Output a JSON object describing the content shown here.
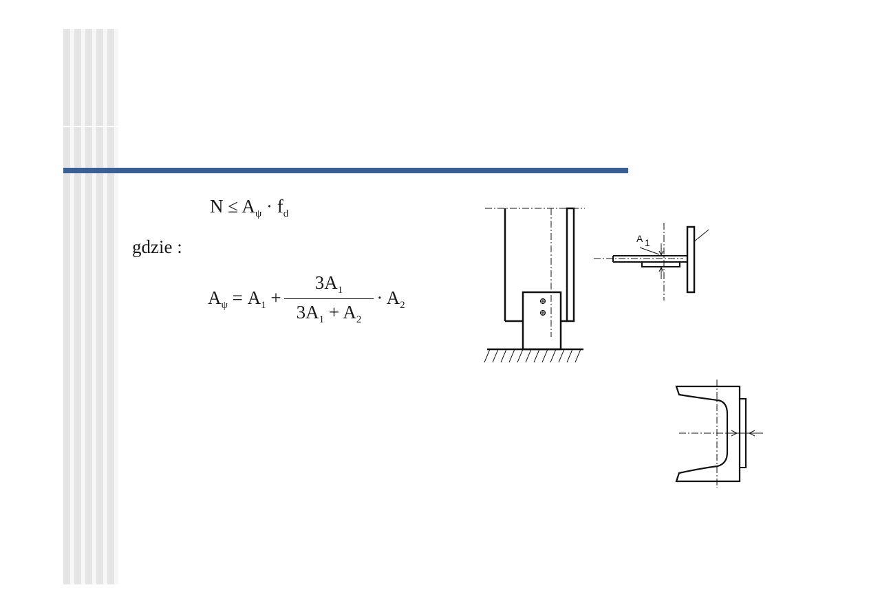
{
  "formula_main": {
    "lhs": "N ≤ A",
    "sub_psi": "ψ",
    "mid": " · f",
    "sub_d": "d"
  },
  "where_label": "gdzie :",
  "formula_apsi": {
    "a": "A",
    "sub_psi": "ψ",
    "eq": " = A",
    "sub1": "1",
    "plus": " +",
    "num_a": "3A",
    "num_sub": "1",
    "den_a": "3A",
    "den_sub1": "1",
    "den_plus": " + A",
    "den_sub2": "2",
    "tail": "· A",
    "tail_sub": "2"
  },
  "drawing_labels": {
    "a1": "A",
    "a1_sub": "1"
  },
  "colors": {
    "bar": "#3a5f94",
    "stripe": "#e4e4e4"
  }
}
